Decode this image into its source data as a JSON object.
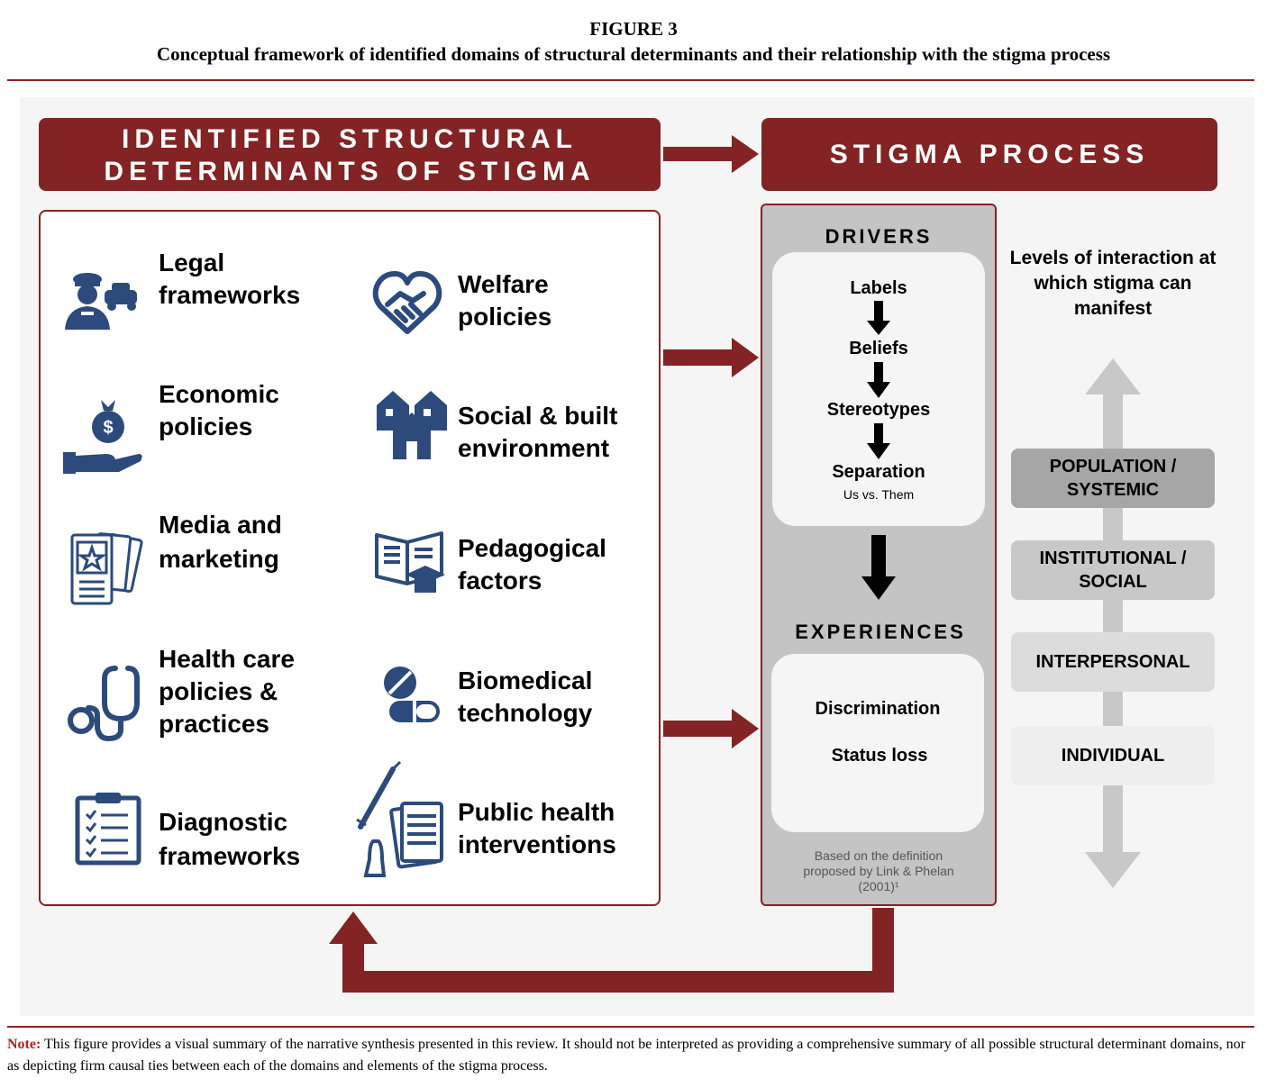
{
  "figure": {
    "label": "FIGURE 3",
    "title": "Conceptual framework of identified domains of structural determinants and their relationship with the stigma process"
  },
  "left_banner": {
    "line1": "IDENTIFIED STRUCTURAL",
    "line2": "DETERMINANTS OF STIGMA"
  },
  "right_banner": {
    "label": "STIGMA PROCESS"
  },
  "domains": [
    {
      "line1": "Legal",
      "line2": "frameworks",
      "line3": "",
      "icon": "police-officer-icon"
    },
    {
      "line1": "Welfare",
      "line2": "policies",
      "line3": "",
      "icon": "heart-handshake-icon"
    },
    {
      "line1": "Economic",
      "line2": "policies",
      "line3": "",
      "icon": "money-bag-hand-icon"
    },
    {
      "line1": "Social & built",
      "line2": "environment",
      "line3": "",
      "icon": "houses-icon"
    },
    {
      "line1": "Media and",
      "line2": "marketing",
      "line3": "",
      "icon": "star-document-icon"
    },
    {
      "line1": "Pedagogical",
      "line2": "factors",
      "line3": "",
      "icon": "book-graduation-cap-icon"
    },
    {
      "line1": "Health care",
      "line2": "policies &",
      "line3": "practices",
      "icon": "stethoscope-icon"
    },
    {
      "line1": "Biomedical",
      "line2": "technology",
      "line3": "",
      "icon": "pills-icon"
    },
    {
      "line1": "Diagnostic",
      "line2": "frameworks",
      "line3": "",
      "icon": "clipboard-checklist-icon"
    },
    {
      "line1": "Public health",
      "line2": "interventions",
      "line3": "",
      "icon": "syringe-condom-leaflet-icon"
    }
  ],
  "stigma_process": {
    "drivers_heading": "DRIVERS",
    "drivers": [
      "Labels",
      "Beliefs",
      "Stereotypes",
      "Separation"
    ],
    "separation_sub": "Us vs. Them",
    "experiences_heading": "EXPERIENCES",
    "experiences": [
      "Discrimination",
      "Status loss"
    ],
    "footnote_line1": "Based on the definition",
    "footnote_line2": "proposed by Link & Phelan",
    "footnote_line3": "(2001)¹"
  },
  "levels": {
    "caption": "Levels of interaction at which stigma can manifest",
    "items": [
      {
        "line1": "POPULATION /",
        "line2": "SYSTEMIC",
        "color": "#a6a6a6"
      },
      {
        "line1": "INSTITUTIONAL /",
        "line2": "SOCIAL",
        "color": "#c8c8c8"
      },
      {
        "line1": "INTERPERSONAL",
        "line2": "",
        "color": "#dcdcdc"
      },
      {
        "line1": "INDIVIDUAL",
        "line2": "",
        "color": "#eeeeee"
      }
    ]
  },
  "note": {
    "key": "Note:",
    "text": "This figure provides a visual summary of the narrative synthesis presented in this review. It should not be interpreted as providing a comprehensive summary of all possible structural determinant domains, nor as depicting firm causal ties between each of the domains and elements of the stigma process."
  },
  "colors": {
    "accent": "#832323",
    "icon": "#2c4a7c",
    "panel": "#f5f5f5",
    "column": "#c4c4c4"
  }
}
